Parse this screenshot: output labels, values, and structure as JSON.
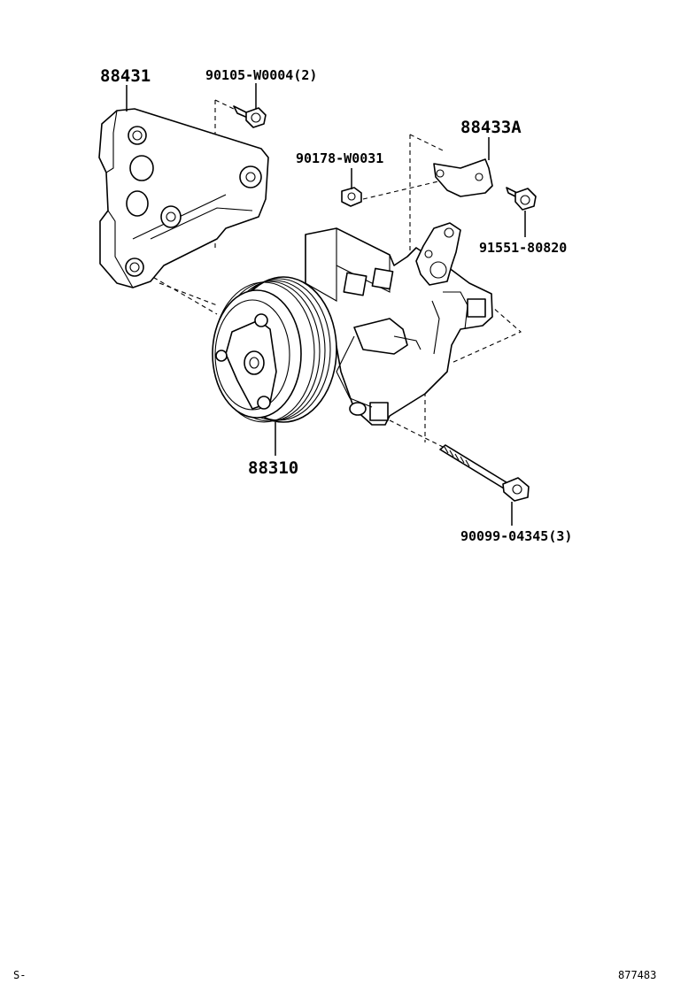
{
  "parts": {
    "bracket": "88431",
    "bolt_top": "90105-W0004(2)",
    "nut": "90178-W0031",
    "bracket_small": "88433A",
    "bolt_right": "91551-80820",
    "compressor": "88310",
    "long_bolt": "90099-04345(3)"
  },
  "footer": {
    "left": "S-",
    "right": "877483"
  }
}
